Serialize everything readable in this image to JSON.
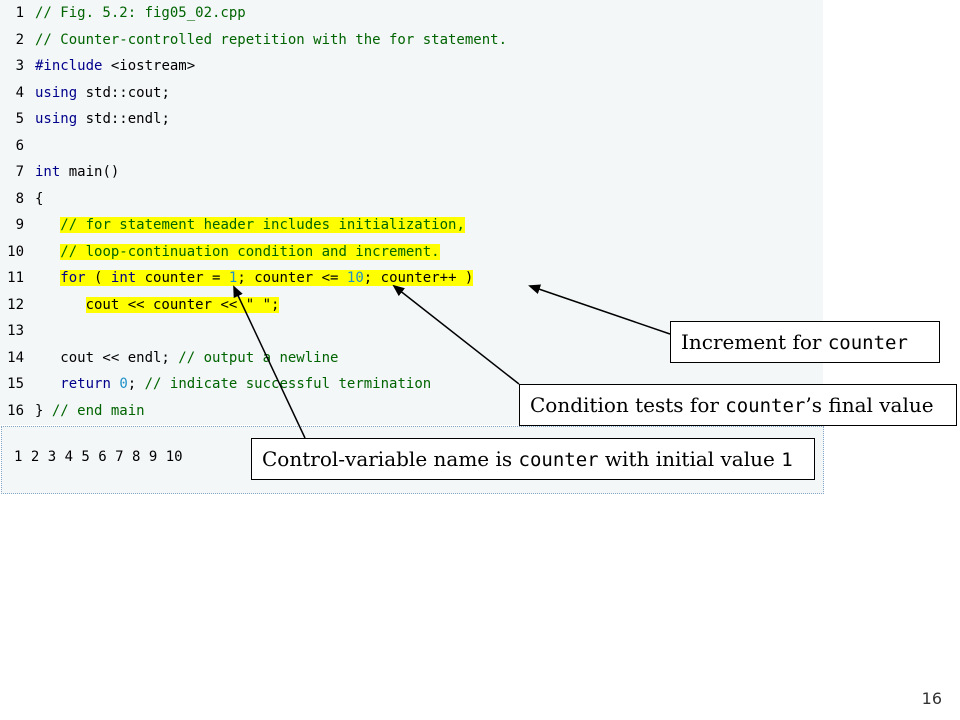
{
  "code_lines": [
    {
      "num": "1",
      "segments": [
        {
          "t": "// Fig. 5.2: fig05_02.cpp",
          "c": "cm"
        }
      ]
    },
    {
      "num": "2",
      "segments": [
        {
          "t": "// Counter-controlled repetition with the for statement.",
          "c": "cm"
        }
      ]
    },
    {
      "num": "3",
      "segments": [
        {
          "t": "#include",
          "c": "pp"
        },
        {
          "t": " <iostream>",
          "c": ""
        }
      ]
    },
    {
      "num": "4",
      "segments": [
        {
          "t": "using",
          "c": "kw"
        },
        {
          "t": " std::cout;",
          "c": ""
        }
      ]
    },
    {
      "num": "5",
      "segments": [
        {
          "t": "using",
          "c": "kw"
        },
        {
          "t": " std::endl;",
          "c": ""
        }
      ]
    },
    {
      "num": "6",
      "segments": []
    },
    {
      "num": "7",
      "segments": [
        {
          "t": "int",
          "c": "kw"
        },
        {
          "t": " main()",
          "c": ""
        }
      ]
    },
    {
      "num": "8",
      "segments": [
        {
          "t": "{",
          "c": ""
        }
      ]
    },
    {
      "num": "9",
      "segments": [
        {
          "t": "   ",
          "c": ""
        },
        {
          "t": "// for statement header includes initialization,",
          "c": "cm hl"
        }
      ]
    },
    {
      "num": "10",
      "segments": [
        {
          "t": "   ",
          "c": ""
        },
        {
          "t": "// loop-continuation condition and increment.",
          "c": "cm hl"
        }
      ]
    },
    {
      "num": "11",
      "segments": [
        {
          "t": "   ",
          "c": ""
        },
        {
          "t": "for",
          "c": "kw hl"
        },
        {
          "t": " ( ",
          "c": "hl"
        },
        {
          "t": "int",
          "c": "kw hl"
        },
        {
          "t": " counter = ",
          "c": "hl"
        },
        {
          "t": "1",
          "c": "nu hl"
        },
        {
          "t": "; counter <= ",
          "c": "hl"
        },
        {
          "t": "10",
          "c": "nu hl"
        },
        {
          "t": "; counter++ )",
          "c": "hl"
        }
      ]
    },
    {
      "num": "12",
      "segments": [
        {
          "t": "      ",
          "c": ""
        },
        {
          "t": "cout << counter << \" \";",
          "c": "hl"
        }
      ]
    },
    {
      "num": "13",
      "segments": []
    },
    {
      "num": "14",
      "segments": [
        {
          "t": "   cout << endl; ",
          "c": ""
        },
        {
          "t": "// output a newline",
          "c": "cm"
        }
      ]
    },
    {
      "num": "15",
      "segments": [
        {
          "t": "   ",
          "c": ""
        },
        {
          "t": "return",
          "c": "kw"
        },
        {
          "t": " ",
          "c": ""
        },
        {
          "t": "0",
          "c": "nu"
        },
        {
          "t": "; ",
          "c": ""
        },
        {
          "t": "// indicate successful termination",
          "c": "cm"
        }
      ]
    },
    {
      "num": "16",
      "segments": [
        {
          "t": "} ",
          "c": ""
        },
        {
          "t": "// end main",
          "c": "cm"
        }
      ]
    }
  ],
  "output": "1 2 3 4 5 6 7 8 9 10",
  "callouts": {
    "increment": {
      "pre": "Increment for ",
      "code": "counter",
      "post": ""
    },
    "condition": {
      "pre": "Condition tests for ",
      "code": "counter",
      "post": "’s final value"
    },
    "control": {
      "pre": "Control-variable name is ",
      "code": "counter",
      "post": " with initial value ",
      "code2": "1"
    }
  },
  "slide_number": "16",
  "colors": {
    "highlight": "#ffff00",
    "comment": "#006400",
    "keyword": "#00008b",
    "number": "#1e90c8",
    "panel_bg": "#f3f7f8"
  }
}
